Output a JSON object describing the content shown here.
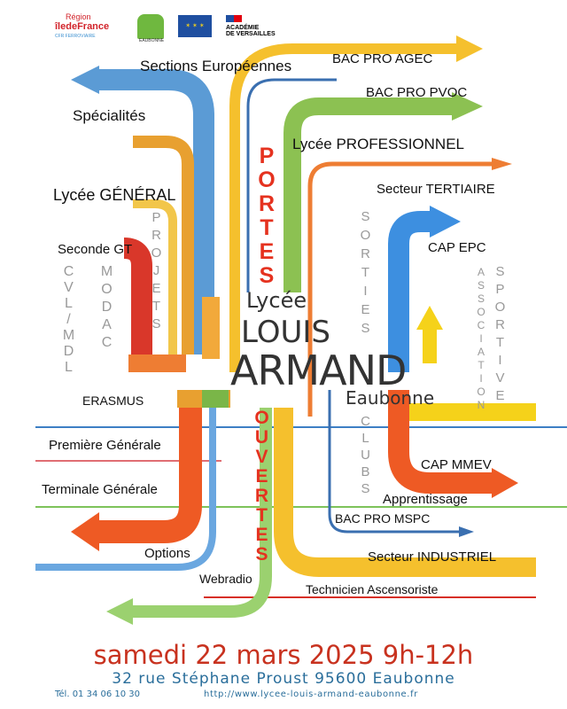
{
  "logos": {
    "region": "Région",
    "region_name": "îledeFrance",
    "cfr": "CFR FERROVIAIRE",
    "eaubonne": "EAUBONNE",
    "academie_1": "ACADÉMIE",
    "academie_2": "DE VERSAILLES"
  },
  "labels": {
    "sections_europeennes": "Sections Européennes",
    "bac_pro_agec": "BAC PRO AGEC",
    "bac_pro_pvoc": "BAC PRO PVOC",
    "specialites": "Spécialités",
    "lycee_pro": "Lycée PROFESSIONNEL",
    "secteur_tertiaire": "Secteur TERTIAIRE",
    "lycee_general": "Lycée GÉNÉRAL",
    "seconde_gt": "Seconde GT",
    "cap_epc": "CAP EPC",
    "erasmus": "ERASMUS",
    "premiere": "Première Générale",
    "terminale": "Terminale Générale",
    "cap_mmev": "CAP MMEV",
    "apprentissage": "Apprentissage",
    "bac_pro_mspc": "BAC PRO MSPC",
    "options": "Options",
    "secteur_industriel": "Secteur INDUSTRIEL",
    "webradio": "Webradio",
    "technicien": "Technicien Ascensoriste"
  },
  "vertical": {
    "portes": "PORTES",
    "ouvertes": "OUVERTES",
    "projets": "PROJETS",
    "cvl": "CVL/MDL",
    "modac": "MODAC",
    "sorties": "SORTIES",
    "clubs": "CLUBS",
    "association": "ASSOCIATION",
    "sportive": "SPORTIVE"
  },
  "school": {
    "lycee": "Lycée",
    "louis": "LOUIS",
    "armand": "ARMAND",
    "city": "Eaubonne"
  },
  "footer": {
    "date": "samedi 22 mars 2025 9h-12h",
    "address": "32 rue Stéphane Proust 95600 Eaubonne",
    "phone": "Tél. 01 34 06 10 30",
    "url": "http://www.lycee-louis-armand-eaubonne.fr"
  },
  "colors": {
    "red": "#c8321f",
    "blue": "#2a6e9b"
  }
}
